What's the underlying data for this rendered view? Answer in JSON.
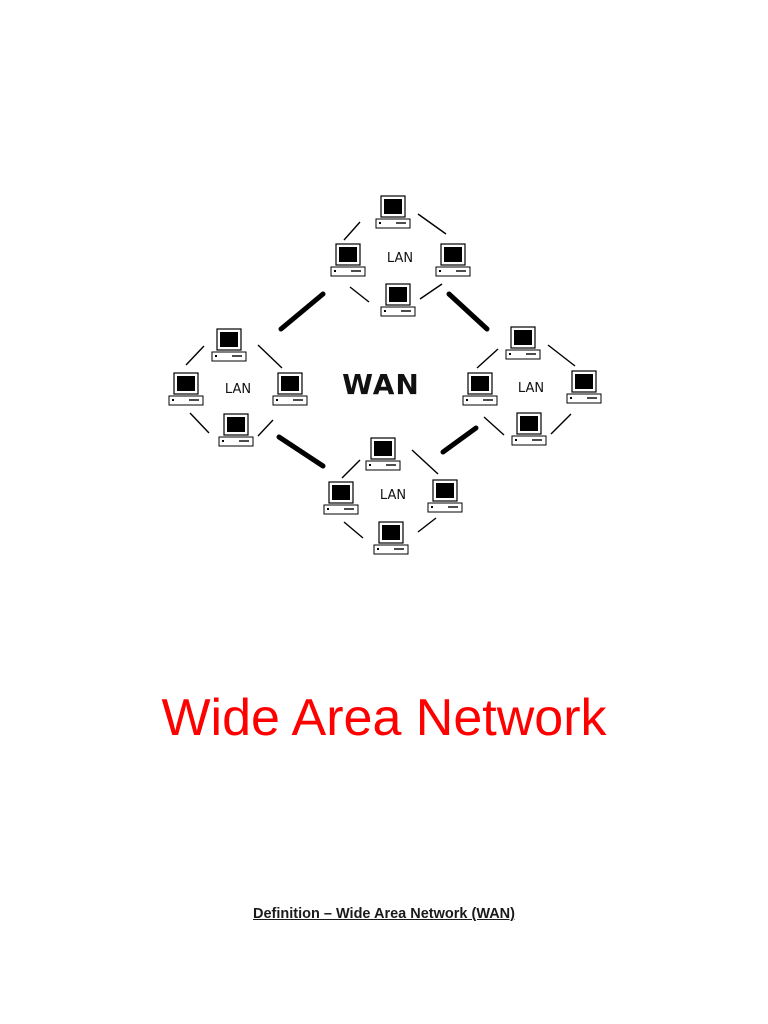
{
  "diagram": {
    "center_label": "WAN",
    "lans": [
      {
        "label": "LAN"
      },
      {
        "label": "LAN"
      },
      {
        "label": "LAN"
      },
      {
        "label": "LAN"
      }
    ]
  },
  "document": {
    "title": "Wide Area Network",
    "subtitle": "Definition – Wide Area Network (WAN)"
  },
  "colors": {
    "title": "#ff0000",
    "ink": "#000000"
  }
}
